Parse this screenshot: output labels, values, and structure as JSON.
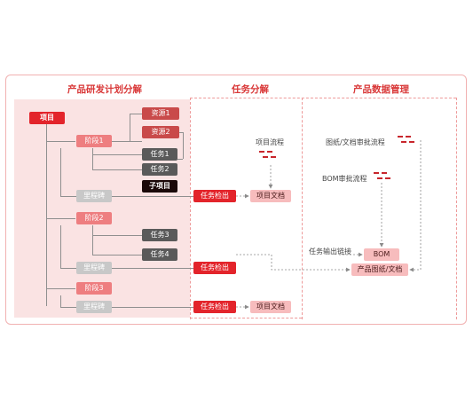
{
  "headers": {
    "plan": "产品研发计划分解",
    "task": "任务分解",
    "pdm": "产品数据管理"
  },
  "nodes": {
    "project": "项目",
    "resource1": "资源1",
    "resource2": "资源2",
    "stage1": "阶段1",
    "task1": "任务1",
    "task2": "任务2",
    "subproject": "子项目",
    "milestone1": "里程碑",
    "stage2": "阶段2",
    "task3": "任务3",
    "task4": "任务4",
    "milestone2": "里程碑",
    "stage3": "阶段3",
    "milestone3": "里程碑",
    "task_check1": "任务检出",
    "task_check2": "任务检出",
    "task_check3": "任务检出",
    "project_doc1": "项目文档",
    "project_doc2": "项目文档",
    "bom": "BOM",
    "product_docs": "产品图纸/文档"
  },
  "labels": {
    "project_flow": "项目流程",
    "drawing_flow": "图纸/文档审批流程",
    "bom_flow": "BOM审批流程",
    "task_output": "任务输出链接"
  },
  "colors": {
    "accent": "#e3242b",
    "panel": "#fae3e3",
    "task": "#5a5a5a",
    "milestone": "#c8c8c8"
  }
}
